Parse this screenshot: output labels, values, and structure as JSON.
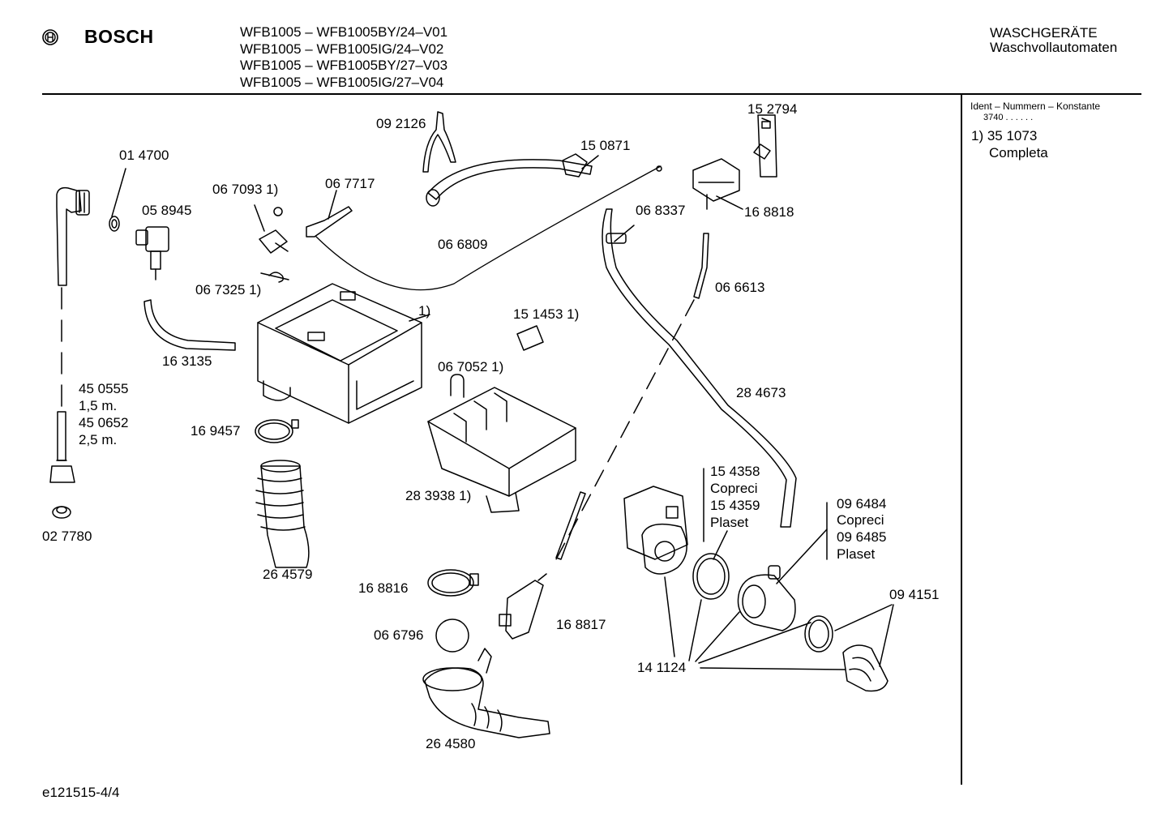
{
  "brand": "BOSCH",
  "models": [
    "WFB1005 – WFB1005BY/24–V01",
    "WFB1005 – WFB1005IG/24–V02",
    "WFB1005 – WFB1005BY/27–V03",
    "WFB1005 – WFB1005IG/27–V04"
  ],
  "category": {
    "line1": "WASCHGERÄTE",
    "line2": "Waschvollautomaten"
  },
  "sidebar": {
    "title": "Ident – Nummern – Konstante",
    "constant": "3740  .  .     .  .  .  .",
    "note_number": "1) 35 1073",
    "note_label": "Completa"
  },
  "footer": "e121515-4/4",
  "parts": [
    "09 2126",
    "15 0871",
    "15 2794",
    "01 4700",
    "06 7717",
    "06 7093 1)",
    "05 8945",
    "06 8337",
    "16 8818",
    "06 6809",
    "06 6613",
    "06 7325 1)",
    "1)",
    "15 1453 1)",
    "16 3135",
    "06 7052 1)",
    "28 4673",
    "45 0555",
    "1,5 m.",
    "45 0652",
    "2,5 m.",
    "16 9457",
    "15 4358",
    "Copreci",
    "15 4359",
    "Plaset",
    "09 6484",
    "Copreci",
    "09 6485",
    "Plaset",
    "28 3938 1)",
    "02 7780",
    "26 4579",
    "09 4151",
    "16 8816",
    "16 8817",
    "06 6796",
    "14 1124",
    "26 4580"
  ]
}
